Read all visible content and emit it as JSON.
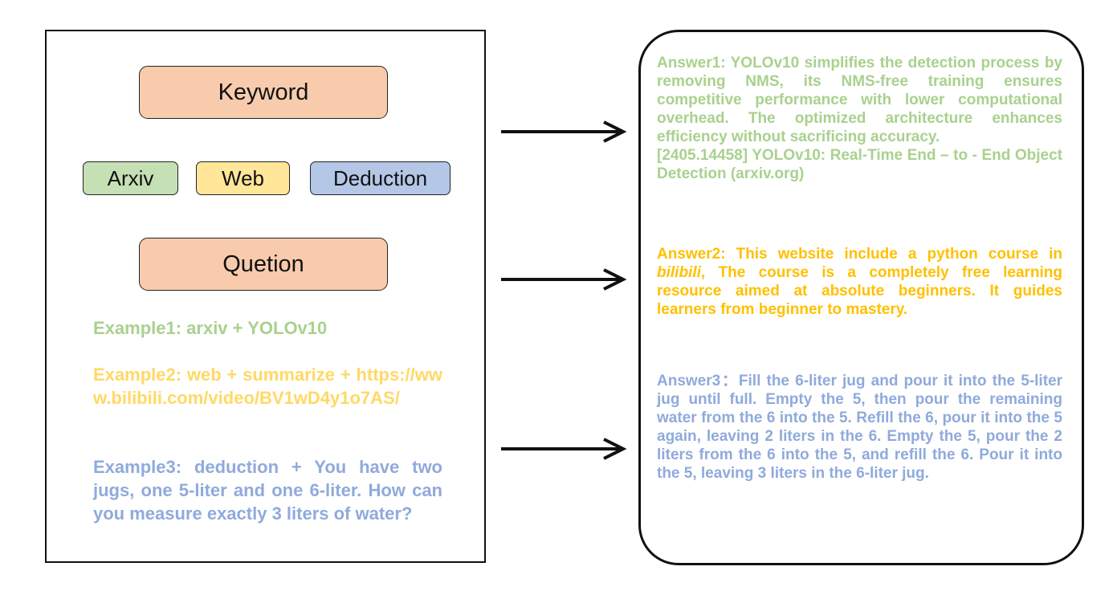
{
  "left": {
    "keyword_label": "Keyword",
    "tags": [
      {
        "label": "Arxiv",
        "color": "#c5e0b4"
      },
      {
        "label": "Web",
        "color": "#ffe699"
      },
      {
        "label": "Deduction",
        "color": "#b4c7e7"
      }
    ],
    "question_label": "Quetion",
    "examples": [
      "Example1: arxiv + YOLOv10",
      "Example2: web + summarize + https://www.bilibili.com/video/BV1wD4y1o7AS/",
      "Example3: deduction + You have two jugs, one 5-liter and one 6-liter. How can you measure exactly 3 liters of water?"
    ]
  },
  "right": {
    "answer1_text": "Answer1: YOLOv10 simplifies the detection process by removing NMS, its NMS-free training ensures competitive performance with lower computational overhead. The optimized architecture enhances efficiency without sacrificing accuracy.",
    "answer1_ref": "[2405.14458] YOLOv10: Real-Time End – to - End Object Detection (arxiv.org)",
    "answer2_before": "Answer2: This website include a python course in ",
    "answer2_italic": "bilibili",
    "answer2_after": ", The course is a completely free learning resource aimed at absolute beginners. It guides learners from beginner to mastery.",
    "answer3_text": "Answer3：Fill the 6-liter jug and pour it into the 5-liter jug until full. Empty the 5, then pour the remaining water from the 6 into the 5. Refill the 6, pour it into the 5 again, leaving 2 liters in the 6. Empty the 5, pour the 2 liters from the 6 into the 5, and refill the 6. Pour it into the 5, leaving 3 liters in the 6-liter jug."
  },
  "colors": {
    "keyword_fill": "#f8cbad",
    "answer1": "#a9d18e",
    "answer2": "#ffc000",
    "example2": "#ffd966",
    "answer3": "#8faadc"
  },
  "arrow_icons": [
    "right-arrow-icon",
    "right-arrow-icon",
    "right-arrow-icon"
  ]
}
